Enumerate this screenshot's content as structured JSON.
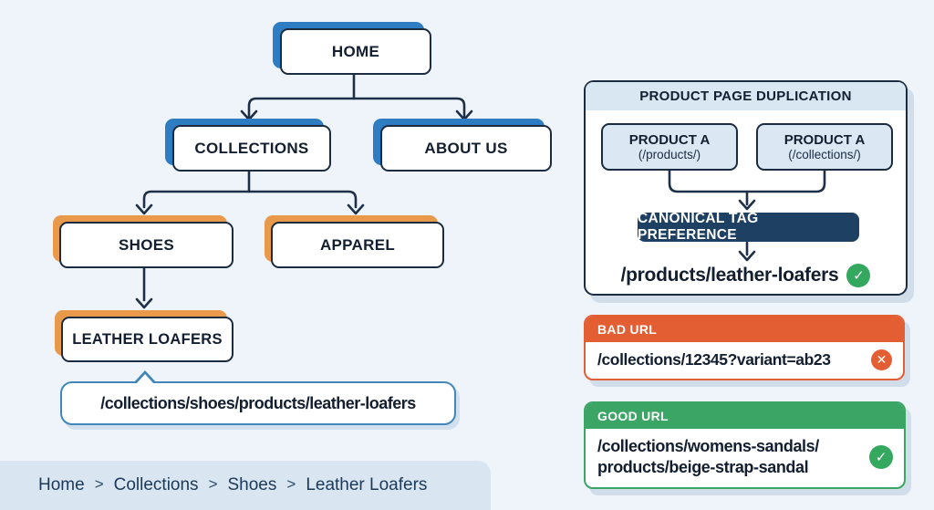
{
  "colors": {
    "page_bg": "#eef4fa",
    "line": "#1e3048",
    "node_border": "#1b2b40",
    "text": "#131f30",
    "blue_accent": "#2e7cc2",
    "orange_accent": "#e9994a",
    "bad_red": "#e35e33",
    "good_green": "#3ba565",
    "light_blue_fill": "#dbe8f4",
    "panel_header_bg": "#d9e7f3",
    "canonical_bg": "#1d4063",
    "breadcrumb_bg": "#d9e5f0",
    "bubble_border": "#4187ba"
  },
  "sitemap": {
    "nodes": {
      "home": {
        "label": "HOME"
      },
      "collections": {
        "label": "COLLECTIONS"
      },
      "about": {
        "label": "ABOUT US"
      },
      "shoes": {
        "label": "SHOES"
      },
      "apparel": {
        "label": "APPAREL"
      },
      "loafers": {
        "label": "LEATHER LOAFERS"
      }
    },
    "url_callout": "/collections/shoes/products/leather-loafers"
  },
  "breadcrumb": {
    "items": [
      "Home",
      "Collections",
      "Shoes",
      "Leather Loafers"
    ],
    "separator": ">"
  },
  "duplication_panel": {
    "title": "PRODUCT PAGE DUPLICATION",
    "variants": [
      {
        "title": "PRODUCT A",
        "path": "(/products/)"
      },
      {
        "title": "PRODUCT A",
        "path": "(/collections/)"
      }
    ],
    "canonical_label": "CANONICAL TAG PREFERENCE",
    "canonical_url": "/products/leather-loafers",
    "check_glyph": "✓"
  },
  "bad_url": {
    "label": "BAD URL",
    "url": "/collections/12345?variant=ab23",
    "x_glyph": "✕"
  },
  "good_url": {
    "label": "GOOD URL",
    "url_line1": "/collections/womens-sandals/",
    "url_line2": "products/beige-strap-sandal",
    "check_glyph": "✓"
  }
}
